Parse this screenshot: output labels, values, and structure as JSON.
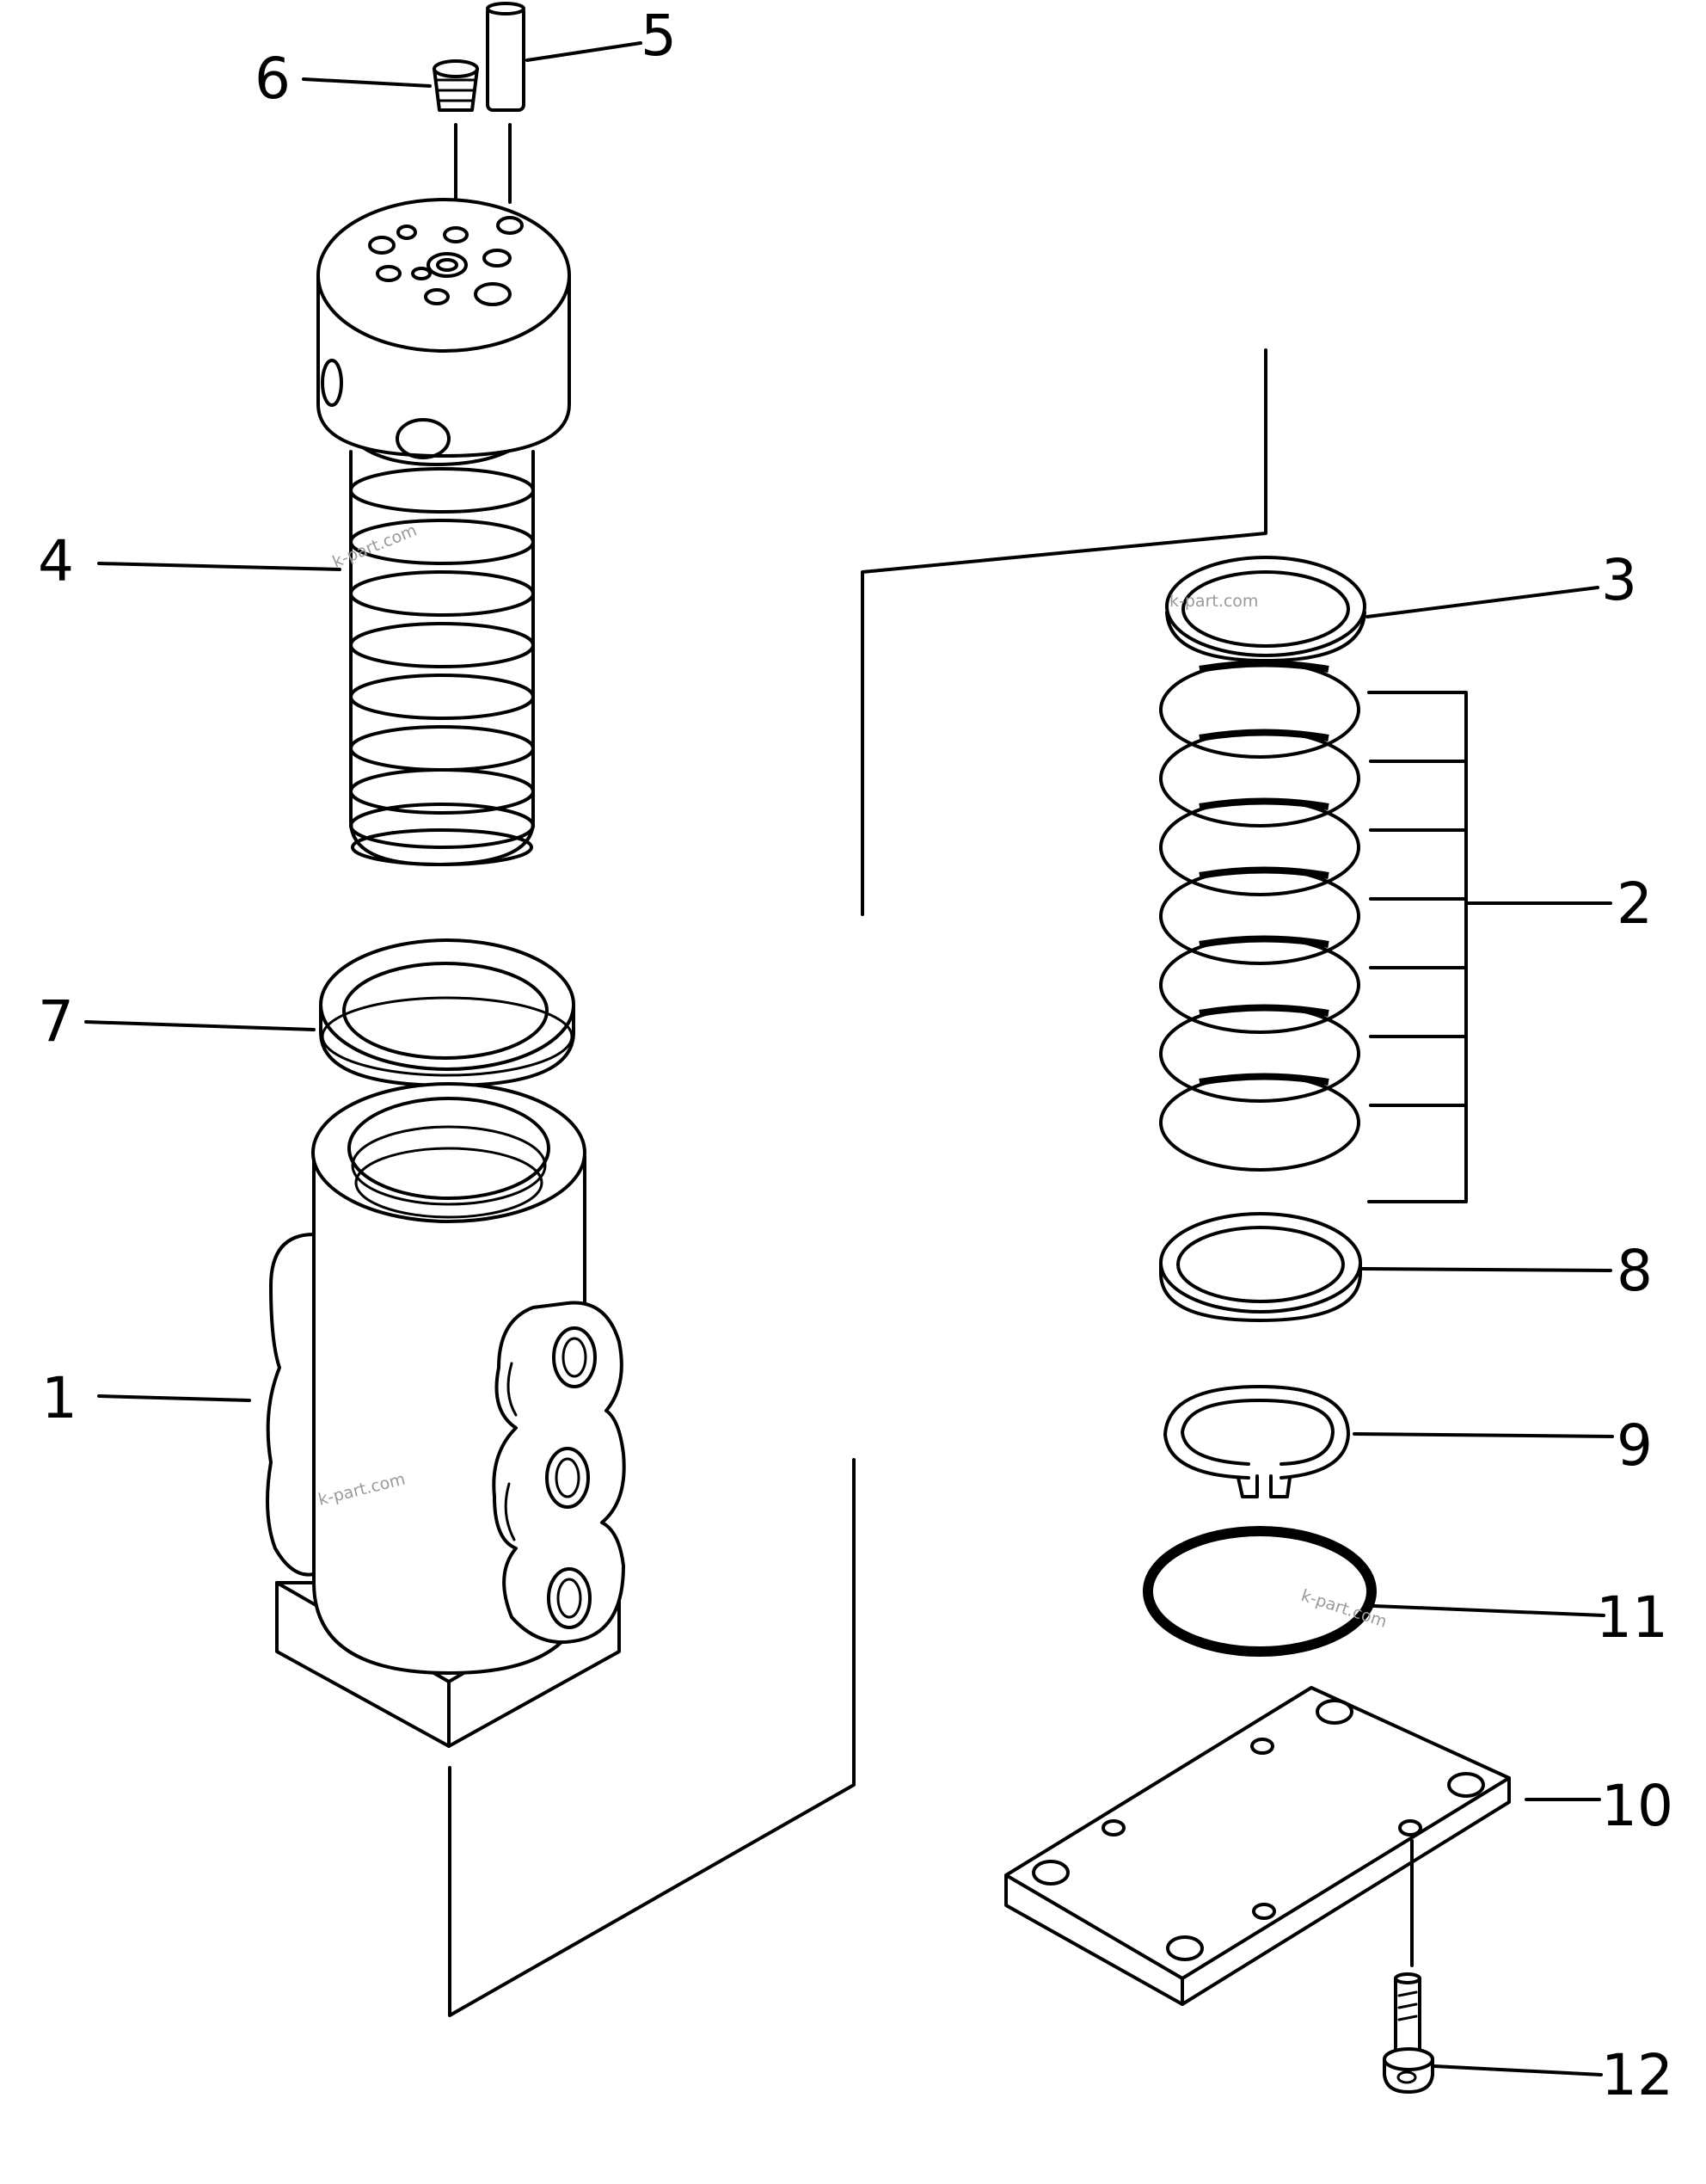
{
  "diagram": {
    "callouts": [
      {
        "id": "p1",
        "label": "1"
      },
      {
        "id": "p2",
        "label": "2"
      },
      {
        "id": "p3",
        "label": "3"
      },
      {
        "id": "p4",
        "label": "4"
      },
      {
        "id": "p5",
        "label": "5"
      },
      {
        "id": "p6",
        "label": "6"
      },
      {
        "id": "p7",
        "label": "7"
      },
      {
        "id": "p8",
        "label": "8"
      },
      {
        "id": "p9",
        "label": "9"
      },
      {
        "id": "p10",
        "label": "10"
      },
      {
        "id": "p11",
        "label": "11"
      },
      {
        "id": "p12",
        "label": "12"
      }
    ],
    "watermarks": [
      "k-part.com",
      "k-part.com",
      "k-part.com",
      "k-part.com"
    ]
  }
}
